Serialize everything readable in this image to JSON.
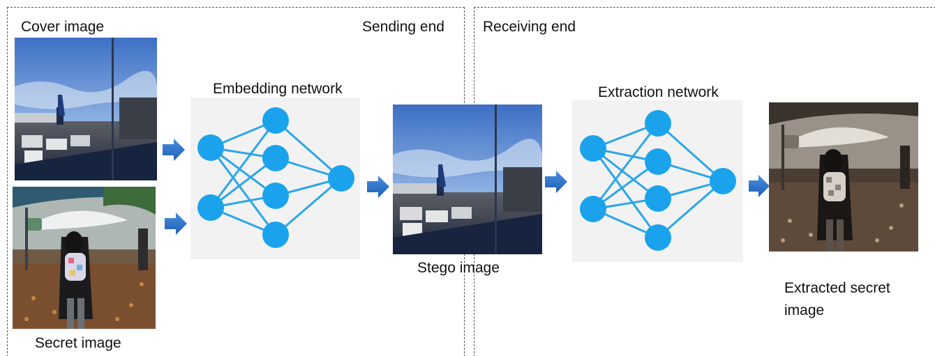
{
  "sending": {
    "title": "Sending end",
    "cover_label": "Cover image",
    "secret_label": "Secret image",
    "embedding_label": "Embedding network"
  },
  "stego_label": "Stego image",
  "receiving": {
    "title": "Receiving end",
    "extraction_label": "Extraction network",
    "extracted_label_line1": "Extracted secret",
    "extracted_label_line2": "image"
  },
  "colors": {
    "node": "#1aa3ec",
    "edge": "#2aa6e8",
    "arrow": "#2e75c6",
    "panel_border": "#555555",
    "net_bg": "#f2f2f2"
  }
}
